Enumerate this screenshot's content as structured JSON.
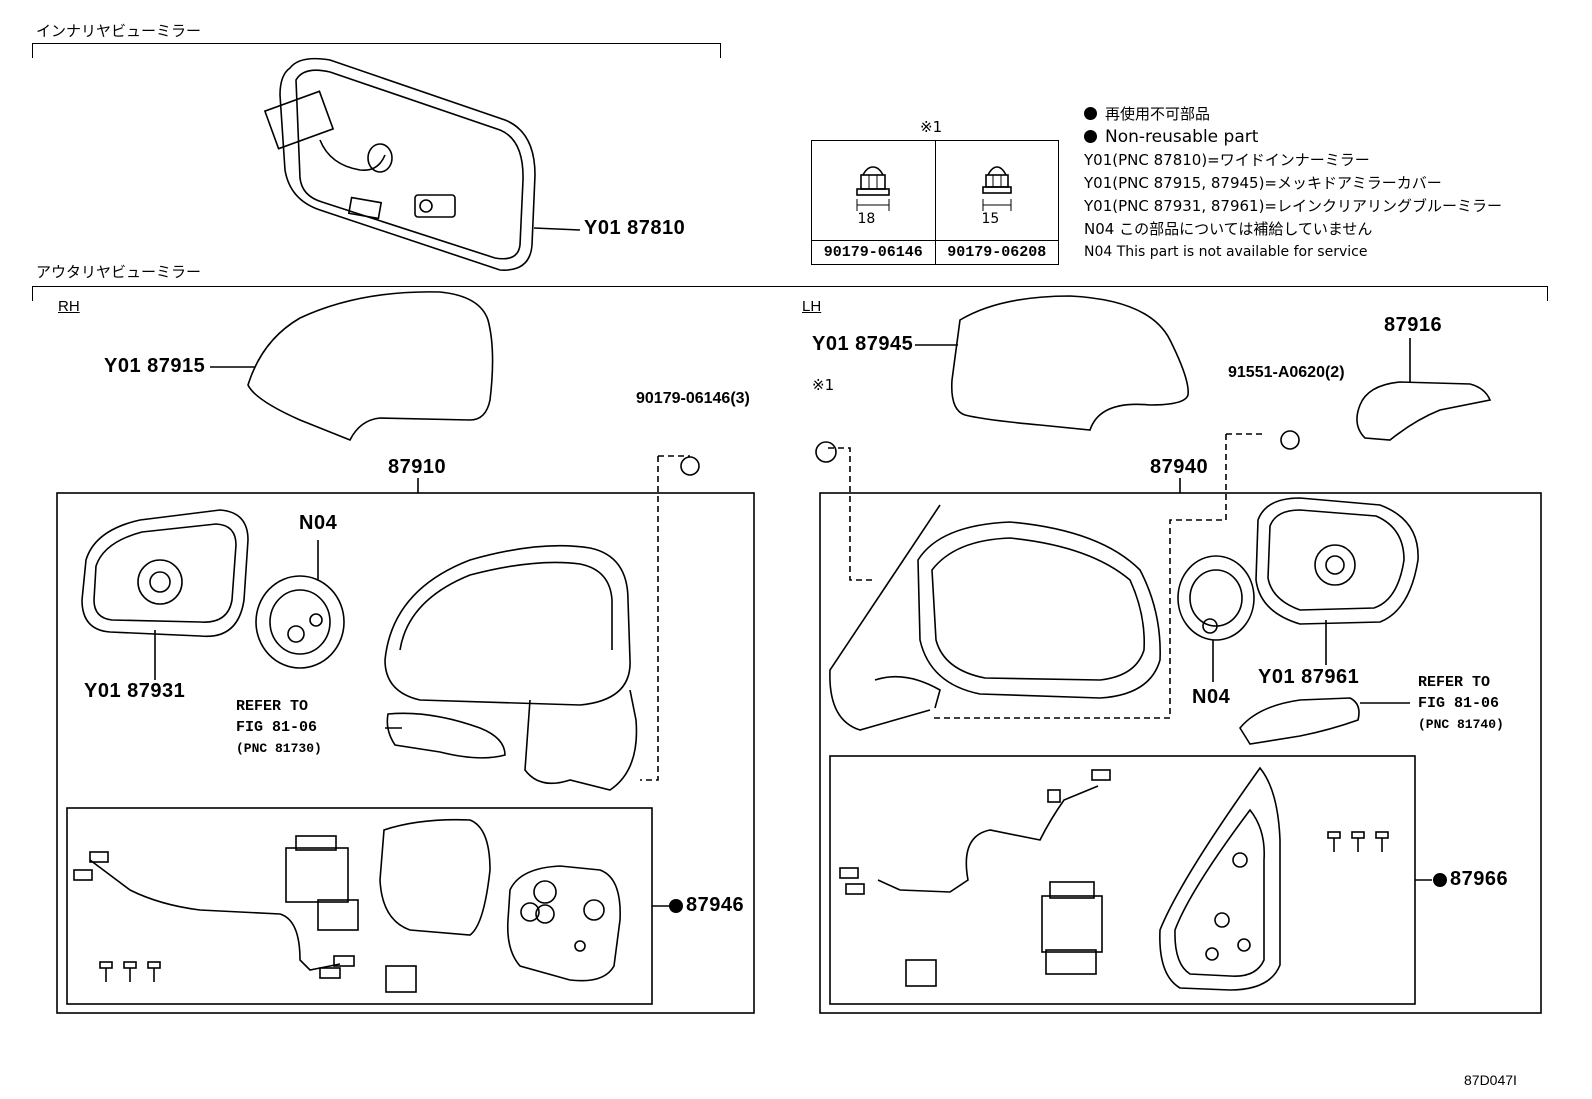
{
  "sections": {
    "inner_mirror_title": "インナリヤビューミラー",
    "outer_mirror_title": "アウタリヤビューミラー",
    "rh_label": "RH",
    "lh_label": "LH"
  },
  "inner": {
    "part": "Y01 87810"
  },
  "nut_table": {
    "note_mark": "※1",
    "cells": [
      {
        "size": "18",
        "part": "90179-06146"
      },
      {
        "size": "15",
        "part": "90179-06208"
      }
    ]
  },
  "legend": {
    "lines": [
      "再使用不可部品",
      "Non-reusable part",
      "Y01(PNC 87810)=ワイドインナーミラー",
      "Y01(PNC 87915, 87945)=メッキドアミラーカバー",
      "Y01(PNC 87931, 87961)=レインクリアリングブルーミラー",
      "N04 この部品については補給していません",
      "N04 This part is not available for service"
    ]
  },
  "rh": {
    "cover": "Y01 87915",
    "nut": "90179-06146(3)",
    "assembly": "87910",
    "n04": "N04",
    "mirror": "Y01 87931",
    "refer_1": "REFER TO",
    "refer_2": "FIG 81-06",
    "refer_3": "(PNC 81730)",
    "kit": "87946"
  },
  "lh": {
    "cover": "Y01 87945",
    "note_mark": "※1",
    "screw": "91551-A0620(2)",
    "bracket_part": "87916",
    "assembly": "87940",
    "n04": "N04",
    "mirror": "Y01 87961",
    "refer_1": "REFER TO",
    "refer_2": "FIG 81-06",
    "refer_3": "(PNC 81740)",
    "kit": "87966"
  },
  "figure_id": "87D047I",
  "icons": {
    "bullet": "filled-circle",
    "nut": "hex-nut-icon",
    "screw": "bolt-icon"
  }
}
